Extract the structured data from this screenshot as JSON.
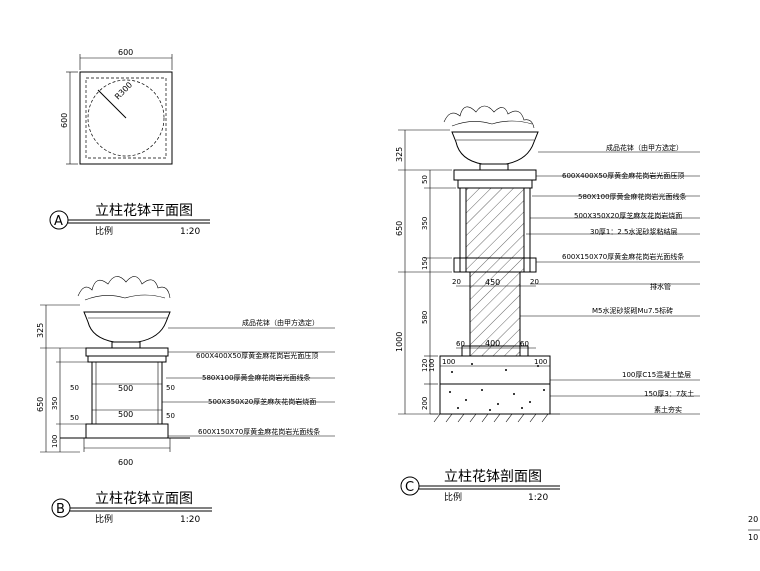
{
  "plan": {
    "width_dim": "600",
    "height_dim": "600",
    "radius": "R300",
    "marker": "A",
    "title": "立柱花钵平面图",
    "scale_label": "比例",
    "scale": "1:20"
  },
  "elevation": {
    "marker": "B",
    "title": "立柱花钵立面图",
    "scale_label": "比例",
    "scale": "1:20",
    "left_dims": [
      "325",
      "650",
      "50",
      "350",
      "50",
      "100"
    ],
    "inner_dims": [
      "500",
      "500",
      "50",
      "50"
    ],
    "bottom_dim": "600",
    "callouts": [
      "成品花钵（由甲方选定）",
      "600X400X50厚黄金麻花岗岩光面压顶",
      "580X100厚黄金麻花岗岩光面线条",
      "500X350X20厚芝麻灰花岗岩烧面",
      "600X150X70厚黄金麻花岗岩光面线条"
    ]
  },
  "section": {
    "marker": "C",
    "title": "立柱花钵剖面图",
    "scale_label": "比例",
    "scale": "1:20",
    "left_dims": [
      "325",
      "650",
      "50",
      "350",
      "150",
      "1000",
      "580",
      "120",
      "100",
      "200"
    ],
    "inner_dims": [
      "20",
      "450",
      "20",
      "60",
      "400",
      "60",
      "100",
      "100"
    ],
    "callouts": [
      "成品花钵（由甲方选定）",
      "600X400X50厚黄金麻花岗岩光面压顶",
      "580X100厚黄金麻花岗岩光面线条",
      "500X350X20厚芝麻灰花岗岩烧面",
      "30厚1：2.5水泥砂浆粘结层",
      "600X150X70厚黄金麻花岗岩光面线条",
      "排水管",
      "M5水泥砂浆砌Mu7.5标砖",
      "100厚C15混凝土垫层",
      "150厚3：7灰土",
      "素土夯实"
    ]
  },
  "corner": {
    "line1": "20",
    "line2": "10"
  }
}
